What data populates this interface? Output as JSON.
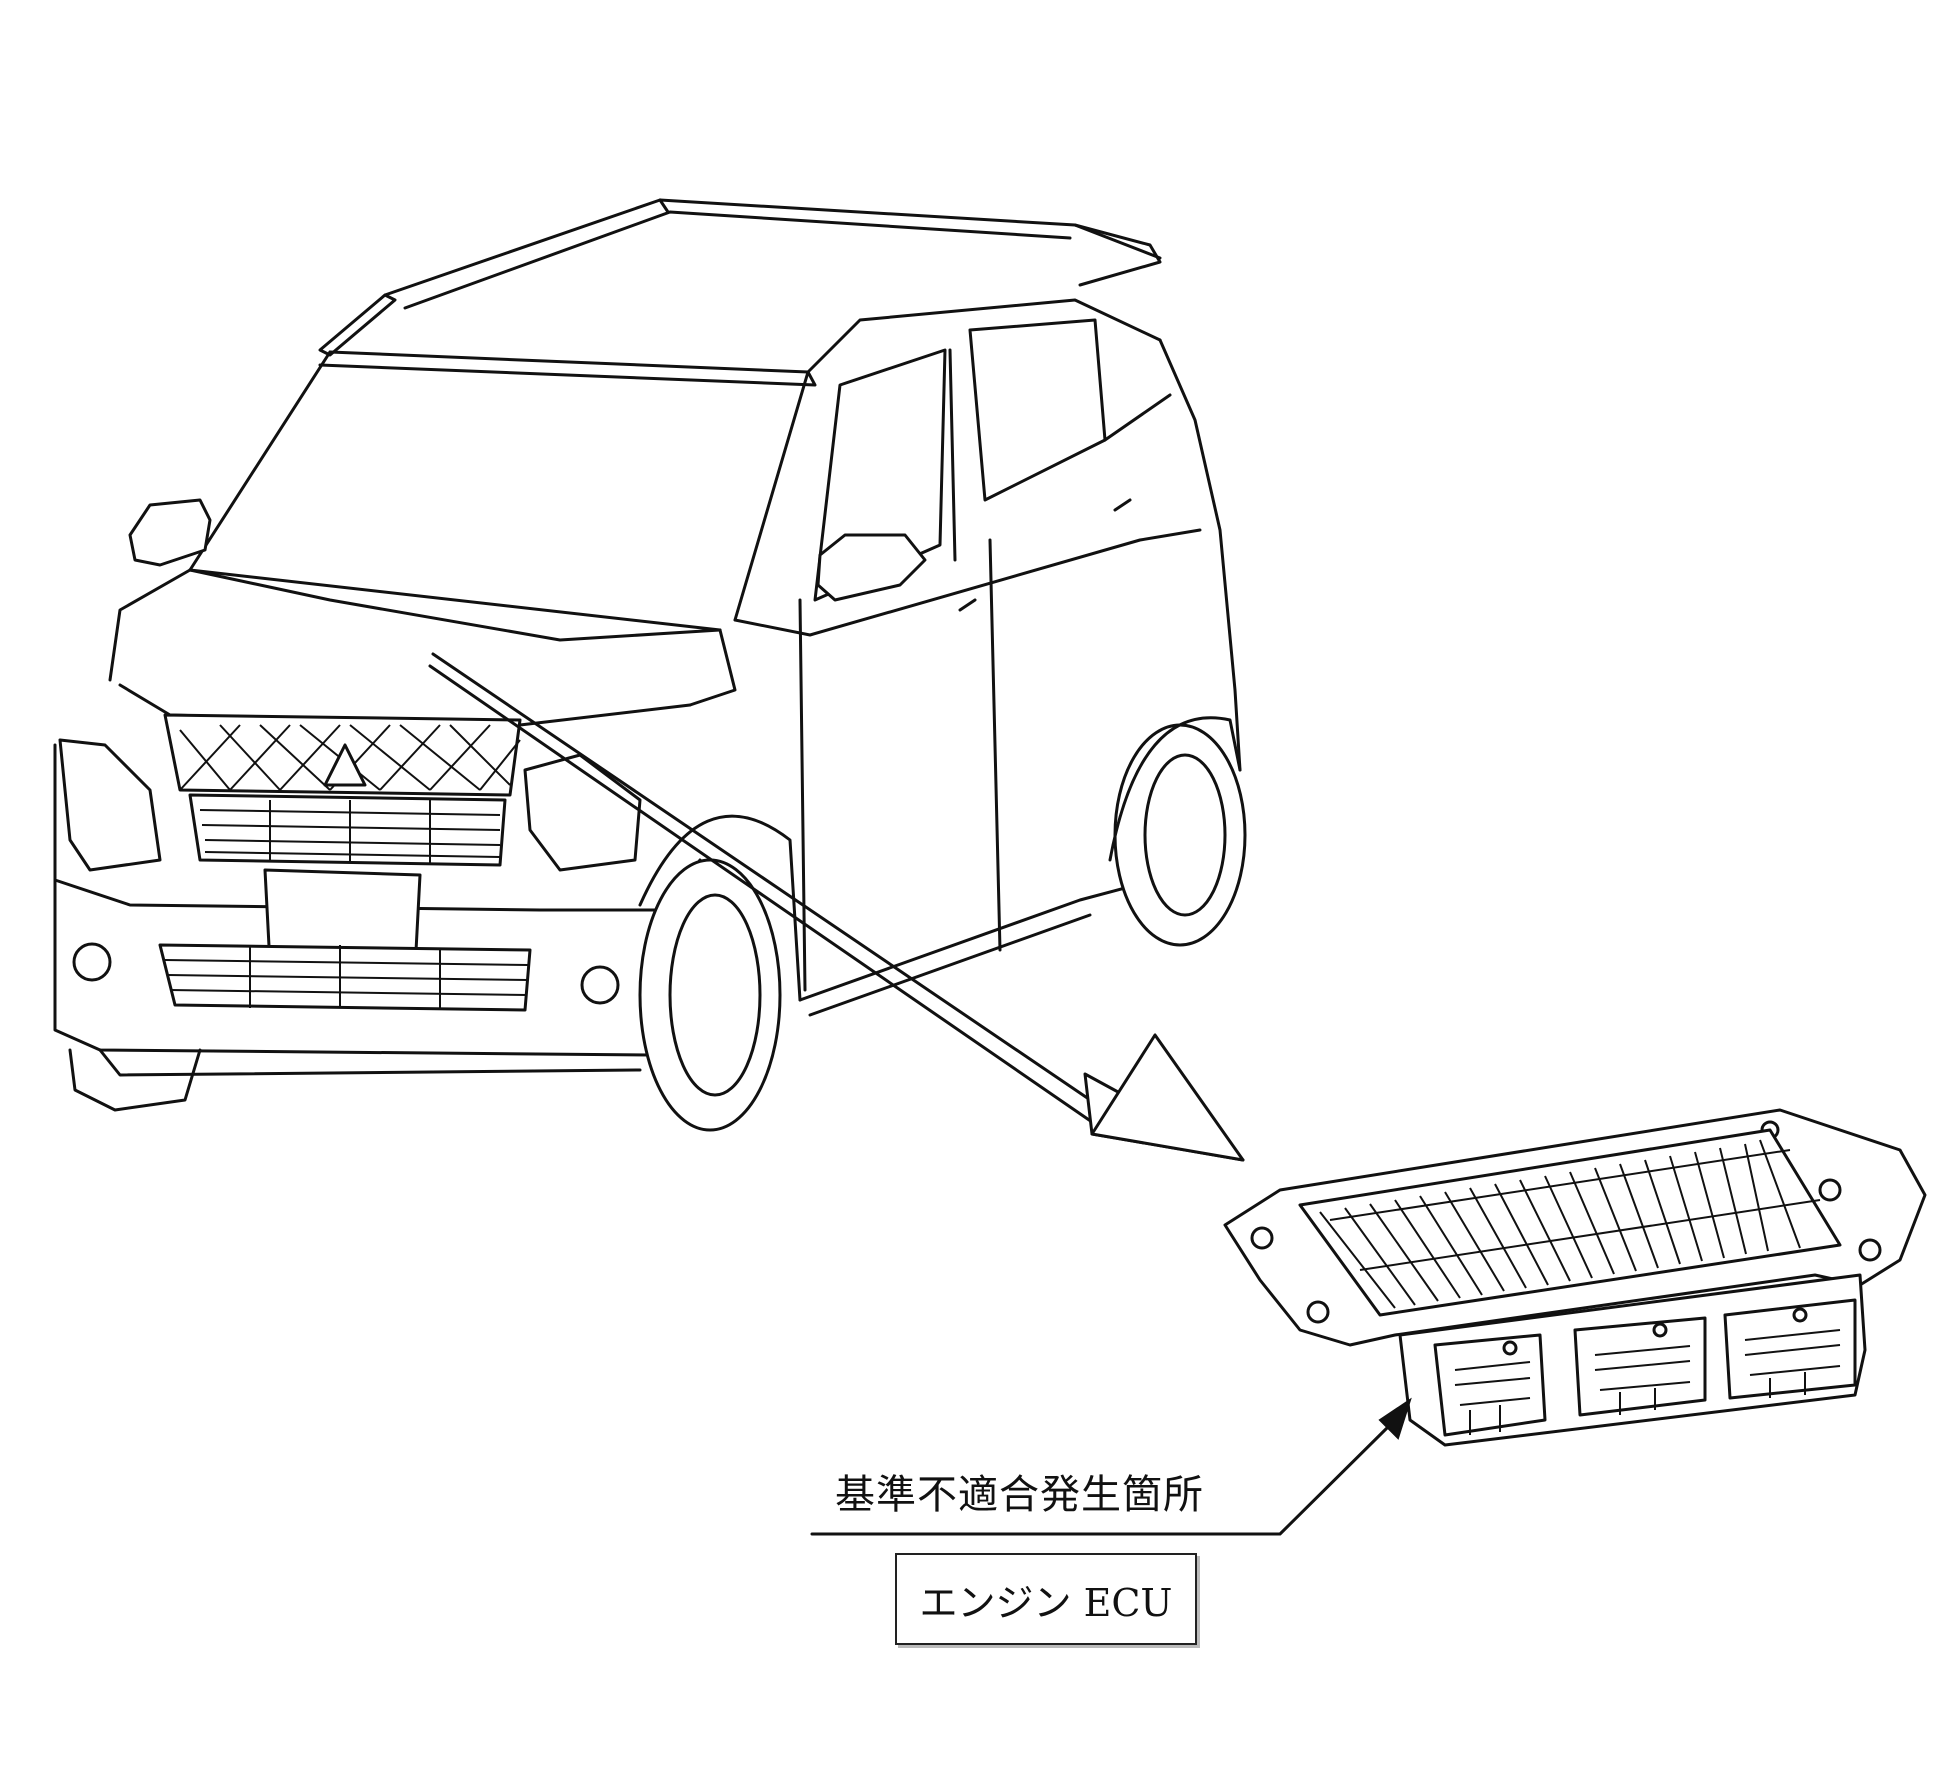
{
  "callout": {
    "label": "基準不適合発生箇所",
    "part_name": "エンジン ECU"
  },
  "figure": {
    "subject": "vehicle-line-drawing",
    "component": "ecu-line-drawing"
  },
  "colors": {
    "line": "#111111",
    "background": "#ffffff"
  }
}
